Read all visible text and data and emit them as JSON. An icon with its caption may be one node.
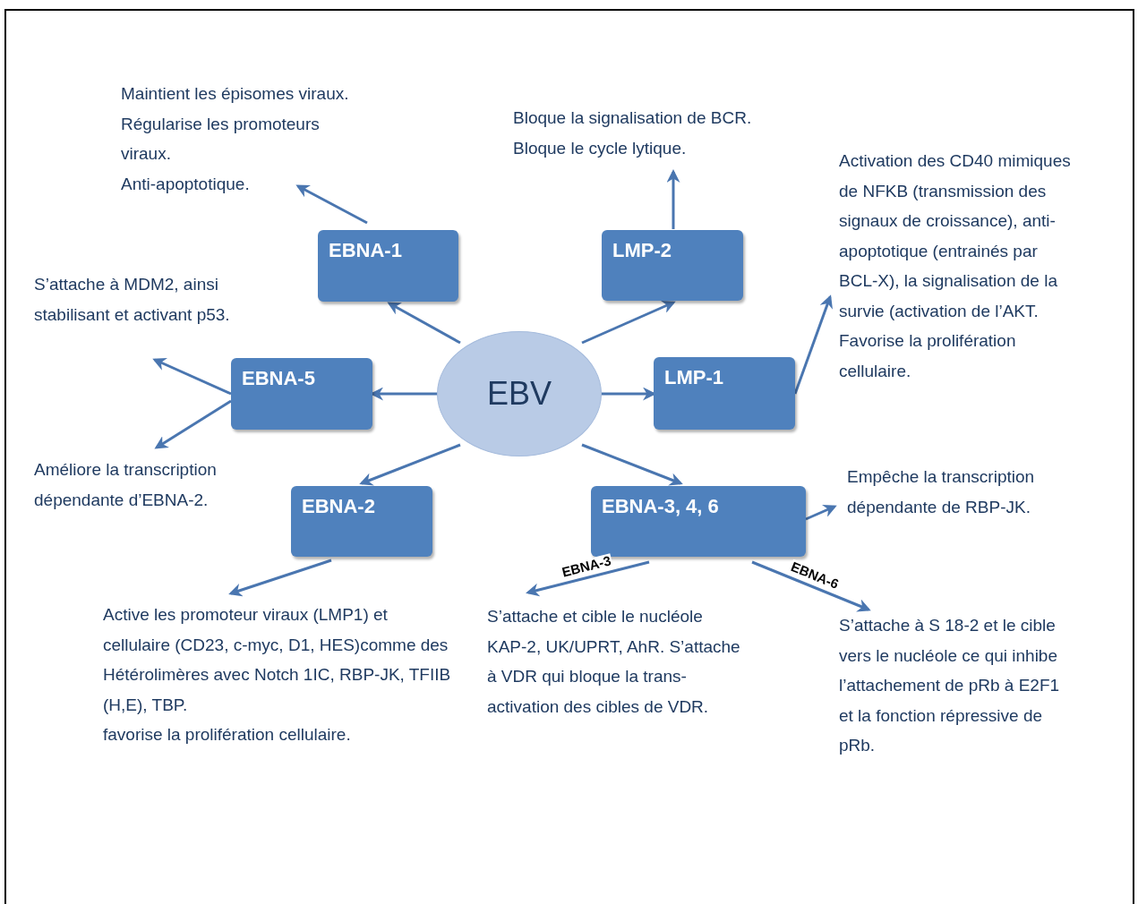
{
  "diagram": {
    "nodes": [
      {
        "text": [
          "EBV"
        ]
      },
      {
        "text": [
          "EBNA-1"
        ]
      },
      {
        "text": [
          "LMP-2"
        ]
      },
      {
        "text": [
          "EBNA-5"
        ]
      },
      {
        "text": [
          "LMP-1"
        ]
      },
      {
        "text": [
          "EBNA-2"
        ]
      },
      {
        "text": [
          "EBNA-3, 4, 6"
        ]
      },
      {
        "text": [
          "Maintient les épisomes viraux.",
          "Régularise les promoteurs viraux.",
          "Anti-apoptotique."
        ]
      },
      {
        "text": [
          "Bloque la signalisation de BCR.",
          "Bloque le cycle lytique."
        ]
      },
      {
        "text": [
          "Activation des CD40 mimiques de NFKB (transmission des signaux de croissance), anti-apoptotique (entrainés par BCL-X), la signalisation de la survie (activation de l’AKT. Favorise la prolifération cellulaire."
        ]
      },
      {
        "text": [
          "S’attache à MDM2, ainsi stabilisant et activant p53."
        ]
      },
      {
        "text": [
          "Améliore la transcription dépendante d’EBNA-2."
        ]
      },
      {
        "text": [
          "Empêche la transcription dépendante de RBP-JK."
        ]
      },
      {
        "text": [
          "Active les promoteur viraux (LMP1) et cellulaire (CD23, c-myc, D1, HES)comme des Hétérolimères avec Notch 1IC, RBP-JK, TFIIB (H,E), TBP.",
          "favorise la prolifération cellulaire."
        ]
      },
      {
        "text": [
          "S’attache et cible le nucléole KAP-2, UK/UPRT, AhR. S’attache à VDR qui bloque la trans-activation des cibles de VDR."
        ]
      },
      {
        "text": [
          "S’attache à S 18-2 et le cible vers le nucléole ce qui inhibe l’attachement de pRb à E2F1 et la fonction répressive de pRb."
        ]
      }
    ],
    "edges": [
      {
        "from": 0,
        "to": 1,
        "arrow": "to"
      },
      {
        "from": 0,
        "to": 2,
        "arrow": "to"
      },
      {
        "from": 0,
        "to": 3,
        "arrow": "to"
      },
      {
        "from": 0,
        "to": 4,
        "arrow": "to"
      },
      {
        "from": 0,
        "to": 5,
        "arrow": "to"
      },
      {
        "from": 0,
        "to": 6,
        "arrow": "to"
      },
      {
        "from": 1,
        "to": 7,
        "arrow": "to"
      },
      {
        "from": 2,
        "to": 8,
        "arrow": "to"
      },
      {
        "from": 3,
        "to": 10,
        "arrow": "to"
      },
      {
        "from": 3,
        "to": 11,
        "arrow": "to"
      },
      {
        "from": 4,
        "to": 9,
        "arrow": "to"
      },
      {
        "from": 6,
        "to": 12,
        "arrow": "to"
      },
      {
        "from": 5,
        "to": 13,
        "arrow": "to"
      },
      {
        "from": 6,
        "to": 14,
        "arrow": "to",
        "label": "EBNA-3"
      },
      {
        "from": 6,
        "to": 15,
        "arrow": "to",
        "label": "EBNA-6"
      }
    ]
  }
}
